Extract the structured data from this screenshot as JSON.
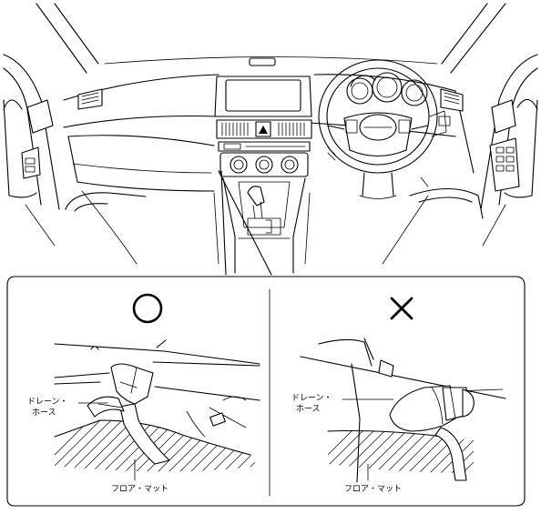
{
  "panels": {
    "correct": {
      "mark": "○",
      "hose_label_line1": "ドレーン・",
      "hose_label_line2": "ホース",
      "mat_label": "フロア・マット"
    },
    "incorrect": {
      "mark": "×",
      "hose_label_line1": "ドレーン・",
      "hose_label_line2": "ホース",
      "mat_label": "フロア・マット"
    }
  },
  "icons": {
    "correct_mark": "circle-mark-icon",
    "incorrect_mark": "cross-mark-icon",
    "hazard_button": "hazard-triangle-icon"
  }
}
